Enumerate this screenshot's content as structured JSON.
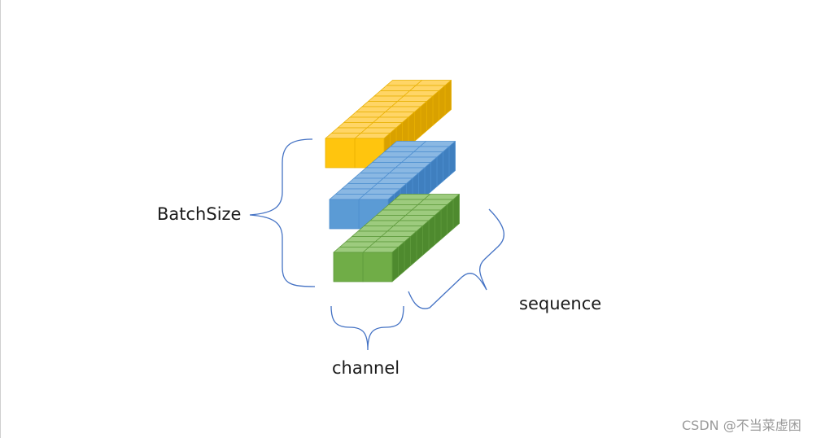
{
  "labels": {
    "batch": "BatchSize",
    "sequence": "sequence",
    "channel": "channel"
  },
  "watermark": "CSDN @不当菜虚困",
  "bars": [
    {
      "name": "yellow",
      "front": "#FFC50E",
      "top": "#FFD566",
      "side": "#D9A100",
      "edge": "#E8B000"
    },
    {
      "name": "blue",
      "front": "#5B9BD5",
      "top": "#8AB8E3",
      "side": "#3F7FBF",
      "edge": "#4D8ECF"
    },
    {
      "name": "green",
      "front": "#70AD47",
      "top": "#9DCB7E",
      "side": "#4E8A2E",
      "edge": "#5E9A3C"
    }
  ],
  "colors": {
    "brace": "#4472C4",
    "background": "#FFFFFF"
  }
}
